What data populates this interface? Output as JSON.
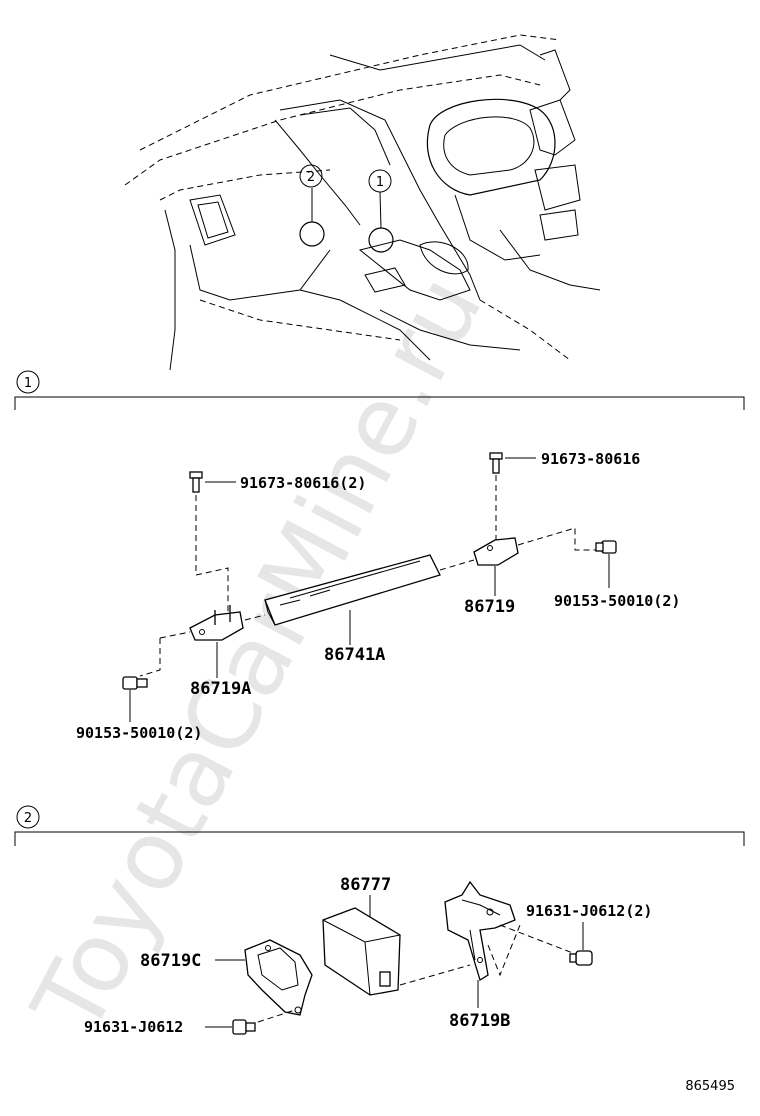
{
  "watermark": "ToyotaCarMine.ru",
  "overview": {
    "callout_1": "1",
    "callout_2": "2"
  },
  "section1": {
    "index": "1",
    "labels": {
      "screw_left": "91673-80616(2)",
      "screw_right": "91673-80616",
      "bolt_right": "90153-50010(2)",
      "bolt_left": "90153-50010(2)",
      "bracket_right": "86719",
      "display": "86741A",
      "bracket_left": "86719A"
    }
  },
  "section2": {
    "index": "2",
    "labels": {
      "module": "86777",
      "bracket_c": "86719C",
      "bolt_left": "91631-J0612",
      "bolt_right": "91631-J0612(2)",
      "bracket_b": "86719B"
    }
  },
  "diagram_code": "865495"
}
